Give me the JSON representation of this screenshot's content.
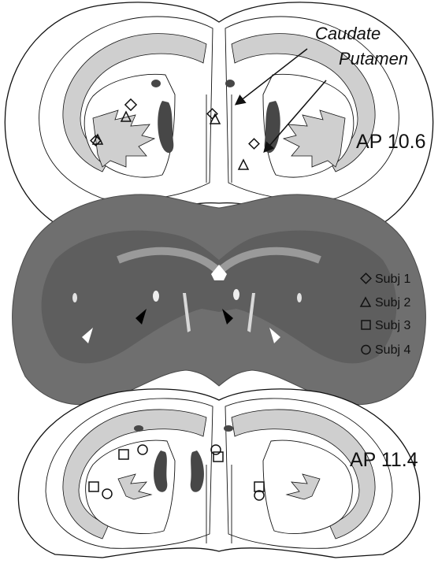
{
  "labels": {
    "caudate": "Caudate",
    "putamen": "Putamen",
    "ap_top": "AP 10.6",
    "ap_bottom": "AP 11.4"
  },
  "legend": [
    {
      "marker": "diamond",
      "label": "Subj 1"
    },
    {
      "marker": "triangle",
      "label": "Subj 2"
    },
    {
      "marker": "square",
      "label": "Subj 3"
    },
    {
      "marker": "circle",
      "label": "Subj 4"
    }
  ],
  "colors": {
    "gray_matter": "#cfcfcf",
    "ventricle": "#474747",
    "histology_tissue": "#6b6b6b",
    "outline": "#111111"
  },
  "icons": {
    "annotation_arrow": "arrow-icon",
    "lesion_arrowhead_black": "black-arrowhead-icon",
    "lesion_arrowhead_white": "white-arrowhead-icon"
  }
}
